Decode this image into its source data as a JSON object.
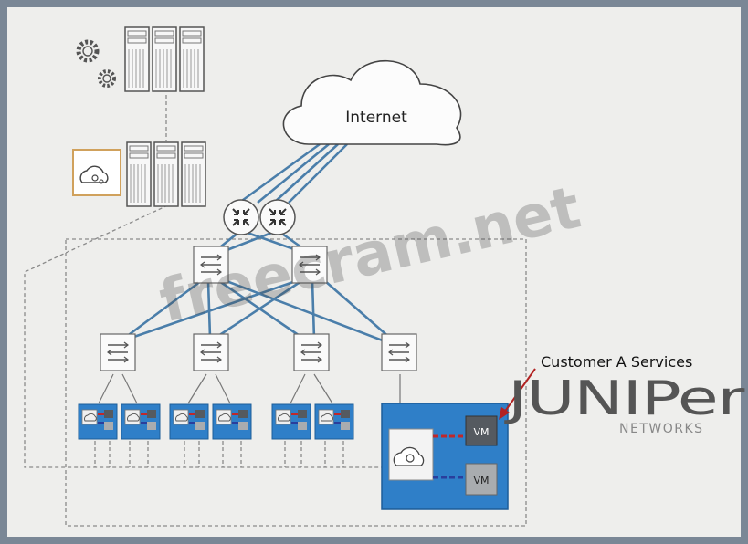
{
  "labels": {
    "internet": "Internet",
    "customer_services": "Customer A Services",
    "vm_top": "VM",
    "vm_bottom": "VM"
  },
  "watermark": "freecram.net",
  "logo": {
    "brand": "JUNIPer",
    "sub": "NETWORKS"
  },
  "colors": {
    "link": "#4a7eaa",
    "dashed": "#8a8a8a",
    "server_blue": "#2f7fc8",
    "vm_dark": "#555a60",
    "vm_light": "#a9acaf",
    "arrow": "#b22222",
    "vm_link_red": "#c0282a",
    "vm_link_blue": "#2a3e9c"
  }
}
